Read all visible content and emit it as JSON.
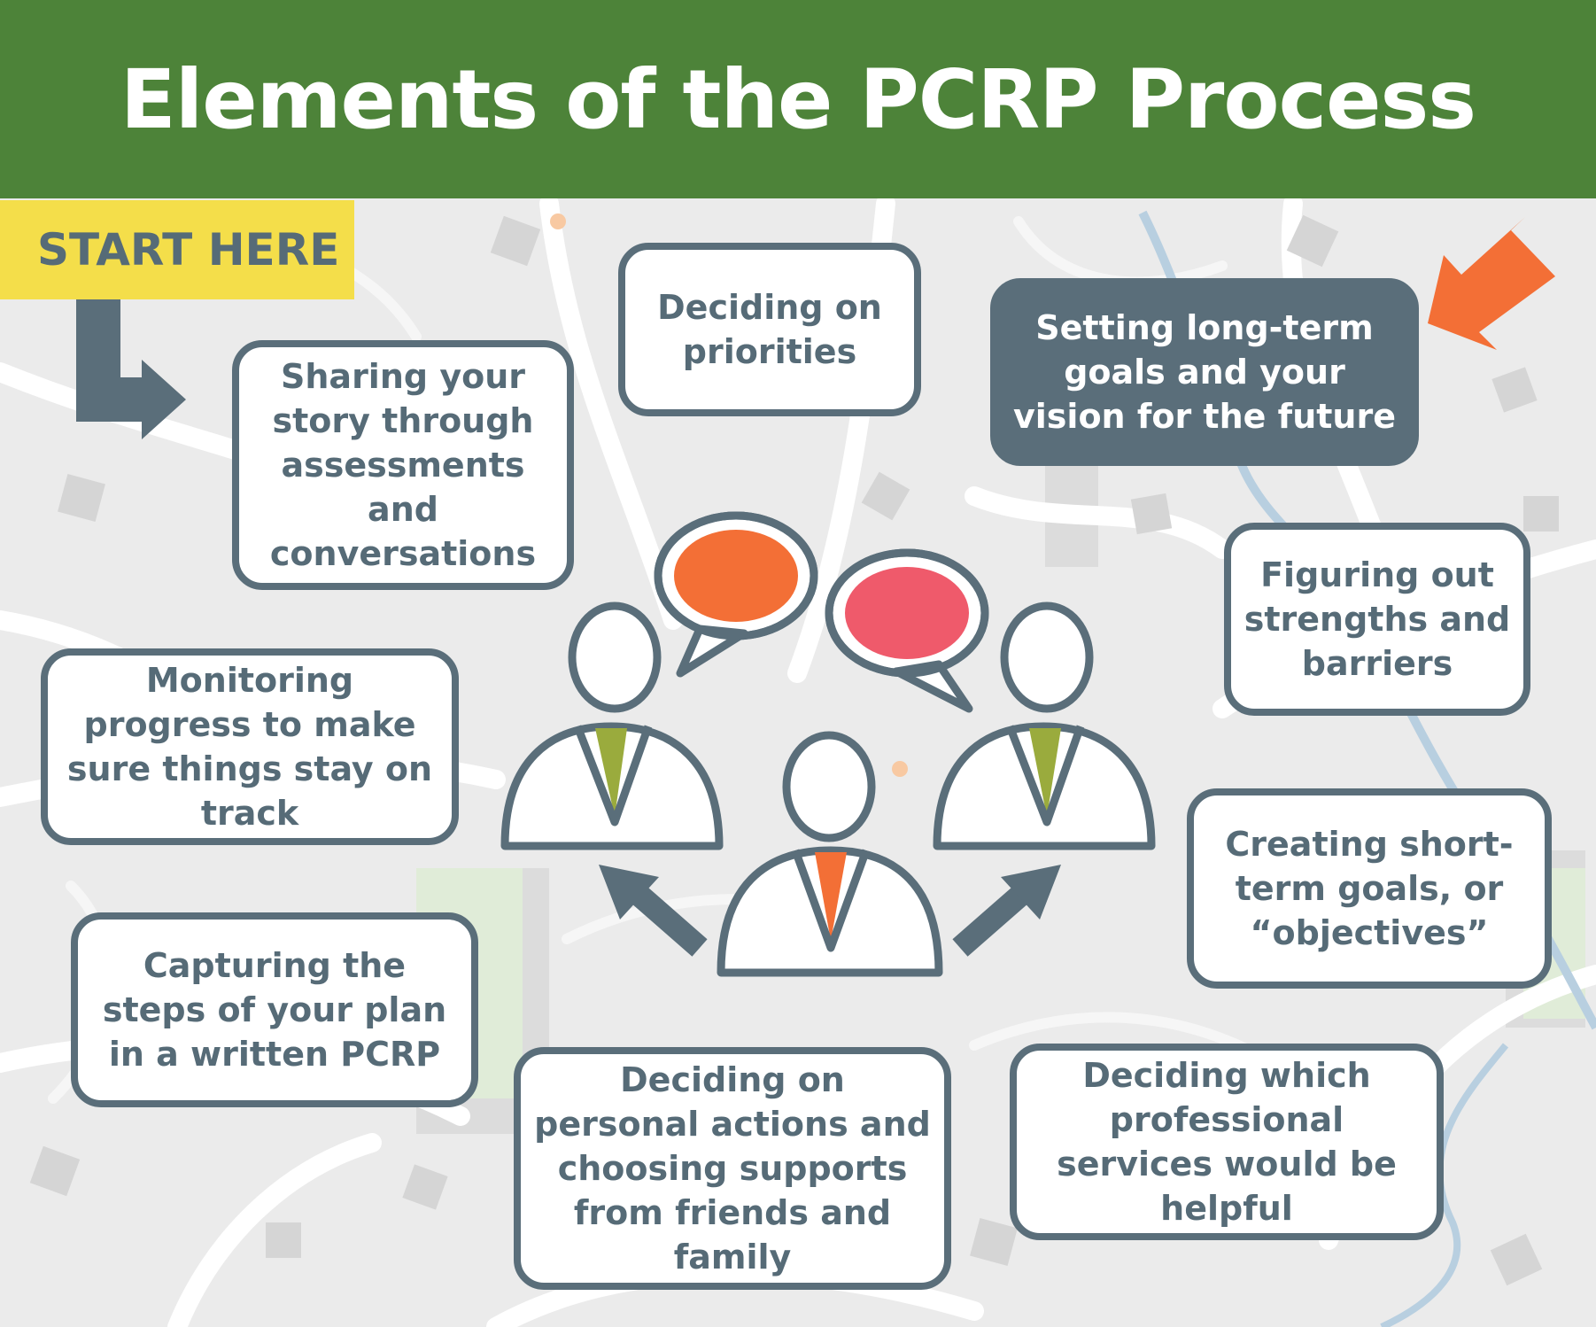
{
  "title": "Elements of the PCRP Process",
  "start_label": "START HERE",
  "steps": {
    "sharing": "Sharing your story through assessments and conversations",
    "priorities": "Deciding on priorities",
    "long_term": "Setting long-term goals and your vision for the future",
    "strengths": "Figuring out strengths and barriers",
    "short_term": "Creating short-term goals, or “objectives”",
    "services": "Deciding which professional services would be helpful",
    "personal": "Deciding on personal actions and choosing supports from friends and family",
    "capturing": "Capturing the steps of your plan in a written PCRP",
    "monitoring": "Monitoring progress to make sure things stay on track"
  },
  "colors": {
    "header_green": "#4d8339",
    "start_yellow": "#f4de4a",
    "slate": "#5a6e7a",
    "accent_orange": "#f36f36",
    "bubble_pink": "#ef5a6b",
    "tie_olive": "#9aab3d"
  },
  "icons": [
    "start-arrow-icon",
    "highlight-arrow-icon",
    "people-group-icon",
    "speech-bubble-icon"
  ]
}
